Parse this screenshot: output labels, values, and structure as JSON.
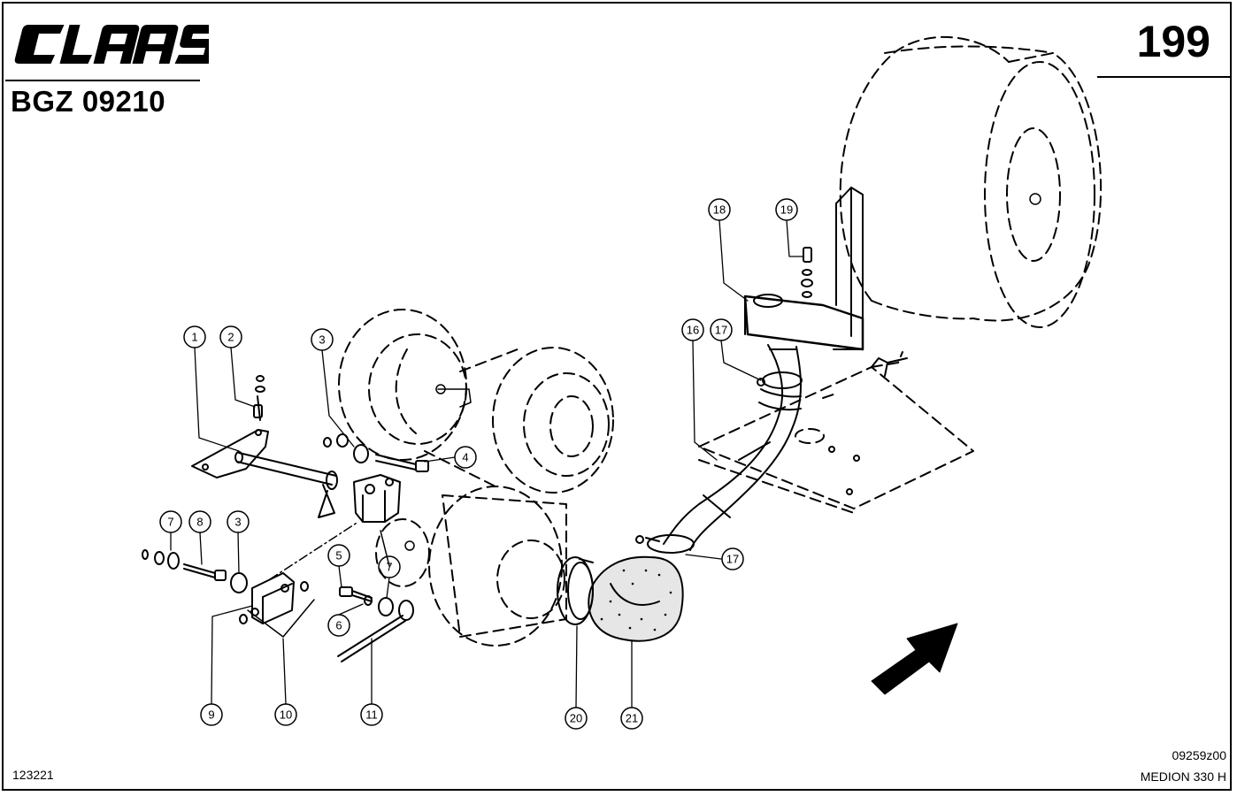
{
  "header": {
    "brand": "CLAAS",
    "doc_code": "BGZ 09210",
    "page_number": "199"
  },
  "footer": {
    "left_code": "123221",
    "figure_code": "09259z00",
    "model": "MEDION 330 H"
  },
  "callouts": {
    "c1": "1",
    "c2": "2",
    "c3a": "3",
    "c3b": "3",
    "c4": "4",
    "c5": "5",
    "c6": "6",
    "c7a": "7",
    "c7b": "7",
    "c8": "8",
    "c9": "9",
    "c10": "10",
    "c11": "11",
    "c16": "16",
    "c17a": "17",
    "c17b": "17",
    "c18": "18",
    "c19": "19",
    "c20": "20",
    "c21": "21"
  },
  "colors": {
    "ink": "#000000",
    "paper": "#ffffff"
  },
  "icons": {
    "direction": "direction-arrow-icon"
  }
}
